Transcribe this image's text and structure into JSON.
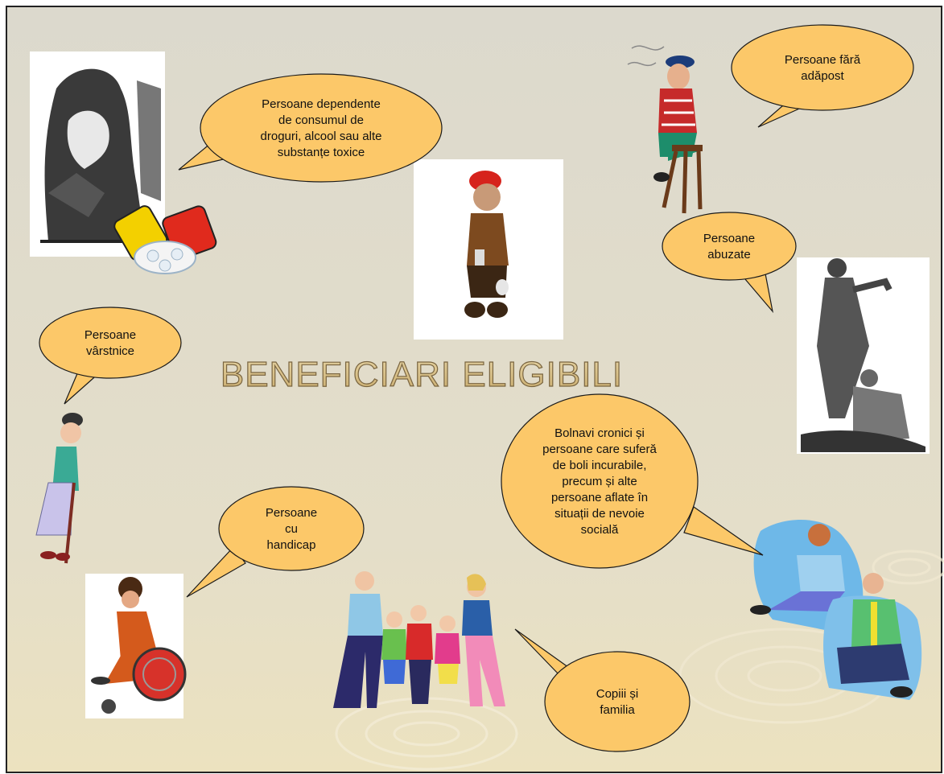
{
  "title": "BENEFICIARI ELIGIBILI",
  "colors": {
    "background": "#dedad0",
    "bubble_fill": "#fcc869",
    "bubble_stroke": "#1a1a1a",
    "title_fill": "#d9c290",
    "title_stroke": "#8a7448"
  },
  "bubbles": [
    {
      "id": "dependente",
      "lines": [
        "Persoane dependente",
        "de consumul de",
        "droguri, alcool sau alte",
        "substanțe toxice"
      ]
    },
    {
      "id": "fara-adapost",
      "lines": [
        "Persoane fără",
        "adăpost"
      ]
    },
    {
      "id": "abuzate",
      "lines": [
        "Persoane",
        "abuzate"
      ]
    },
    {
      "id": "varstnice",
      "lines": [
        "Persoane",
        "vârstnice"
      ]
    },
    {
      "id": "handicap",
      "lines": [
        "Persoane",
        "cu",
        "handicap"
      ]
    },
    {
      "id": "bolnavi",
      "lines": [
        "Bolnavi cronici și",
        "persoane care suferă",
        "de boli incurabile,",
        "precum și alte",
        "persoane aflate în",
        "situații de nevoie",
        "socială"
      ]
    },
    {
      "id": "copii",
      "lines": [
        "Copiii și",
        "familia"
      ]
    }
  ],
  "illustrations": [
    {
      "id": "addicted-man",
      "icon": "addicted-man-illustration"
    },
    {
      "id": "pills",
      "icon": "pill-capsules-icon"
    },
    {
      "id": "drunk-man",
      "icon": "drunk-man-illustration"
    },
    {
      "id": "smoking-man",
      "icon": "smoking-man-on-stool-illustration"
    },
    {
      "id": "abuse-scene",
      "icon": "abuse-scene-illustration"
    },
    {
      "id": "elderly-woman",
      "icon": "elderly-woman-with-cane-illustration"
    },
    {
      "id": "wheelchair-boy",
      "icon": "wheelchair-user-illustration"
    },
    {
      "id": "family",
      "icon": "family-with-children-illustration"
    },
    {
      "id": "sad-people",
      "icon": "distressed-people-illustration"
    }
  ]
}
